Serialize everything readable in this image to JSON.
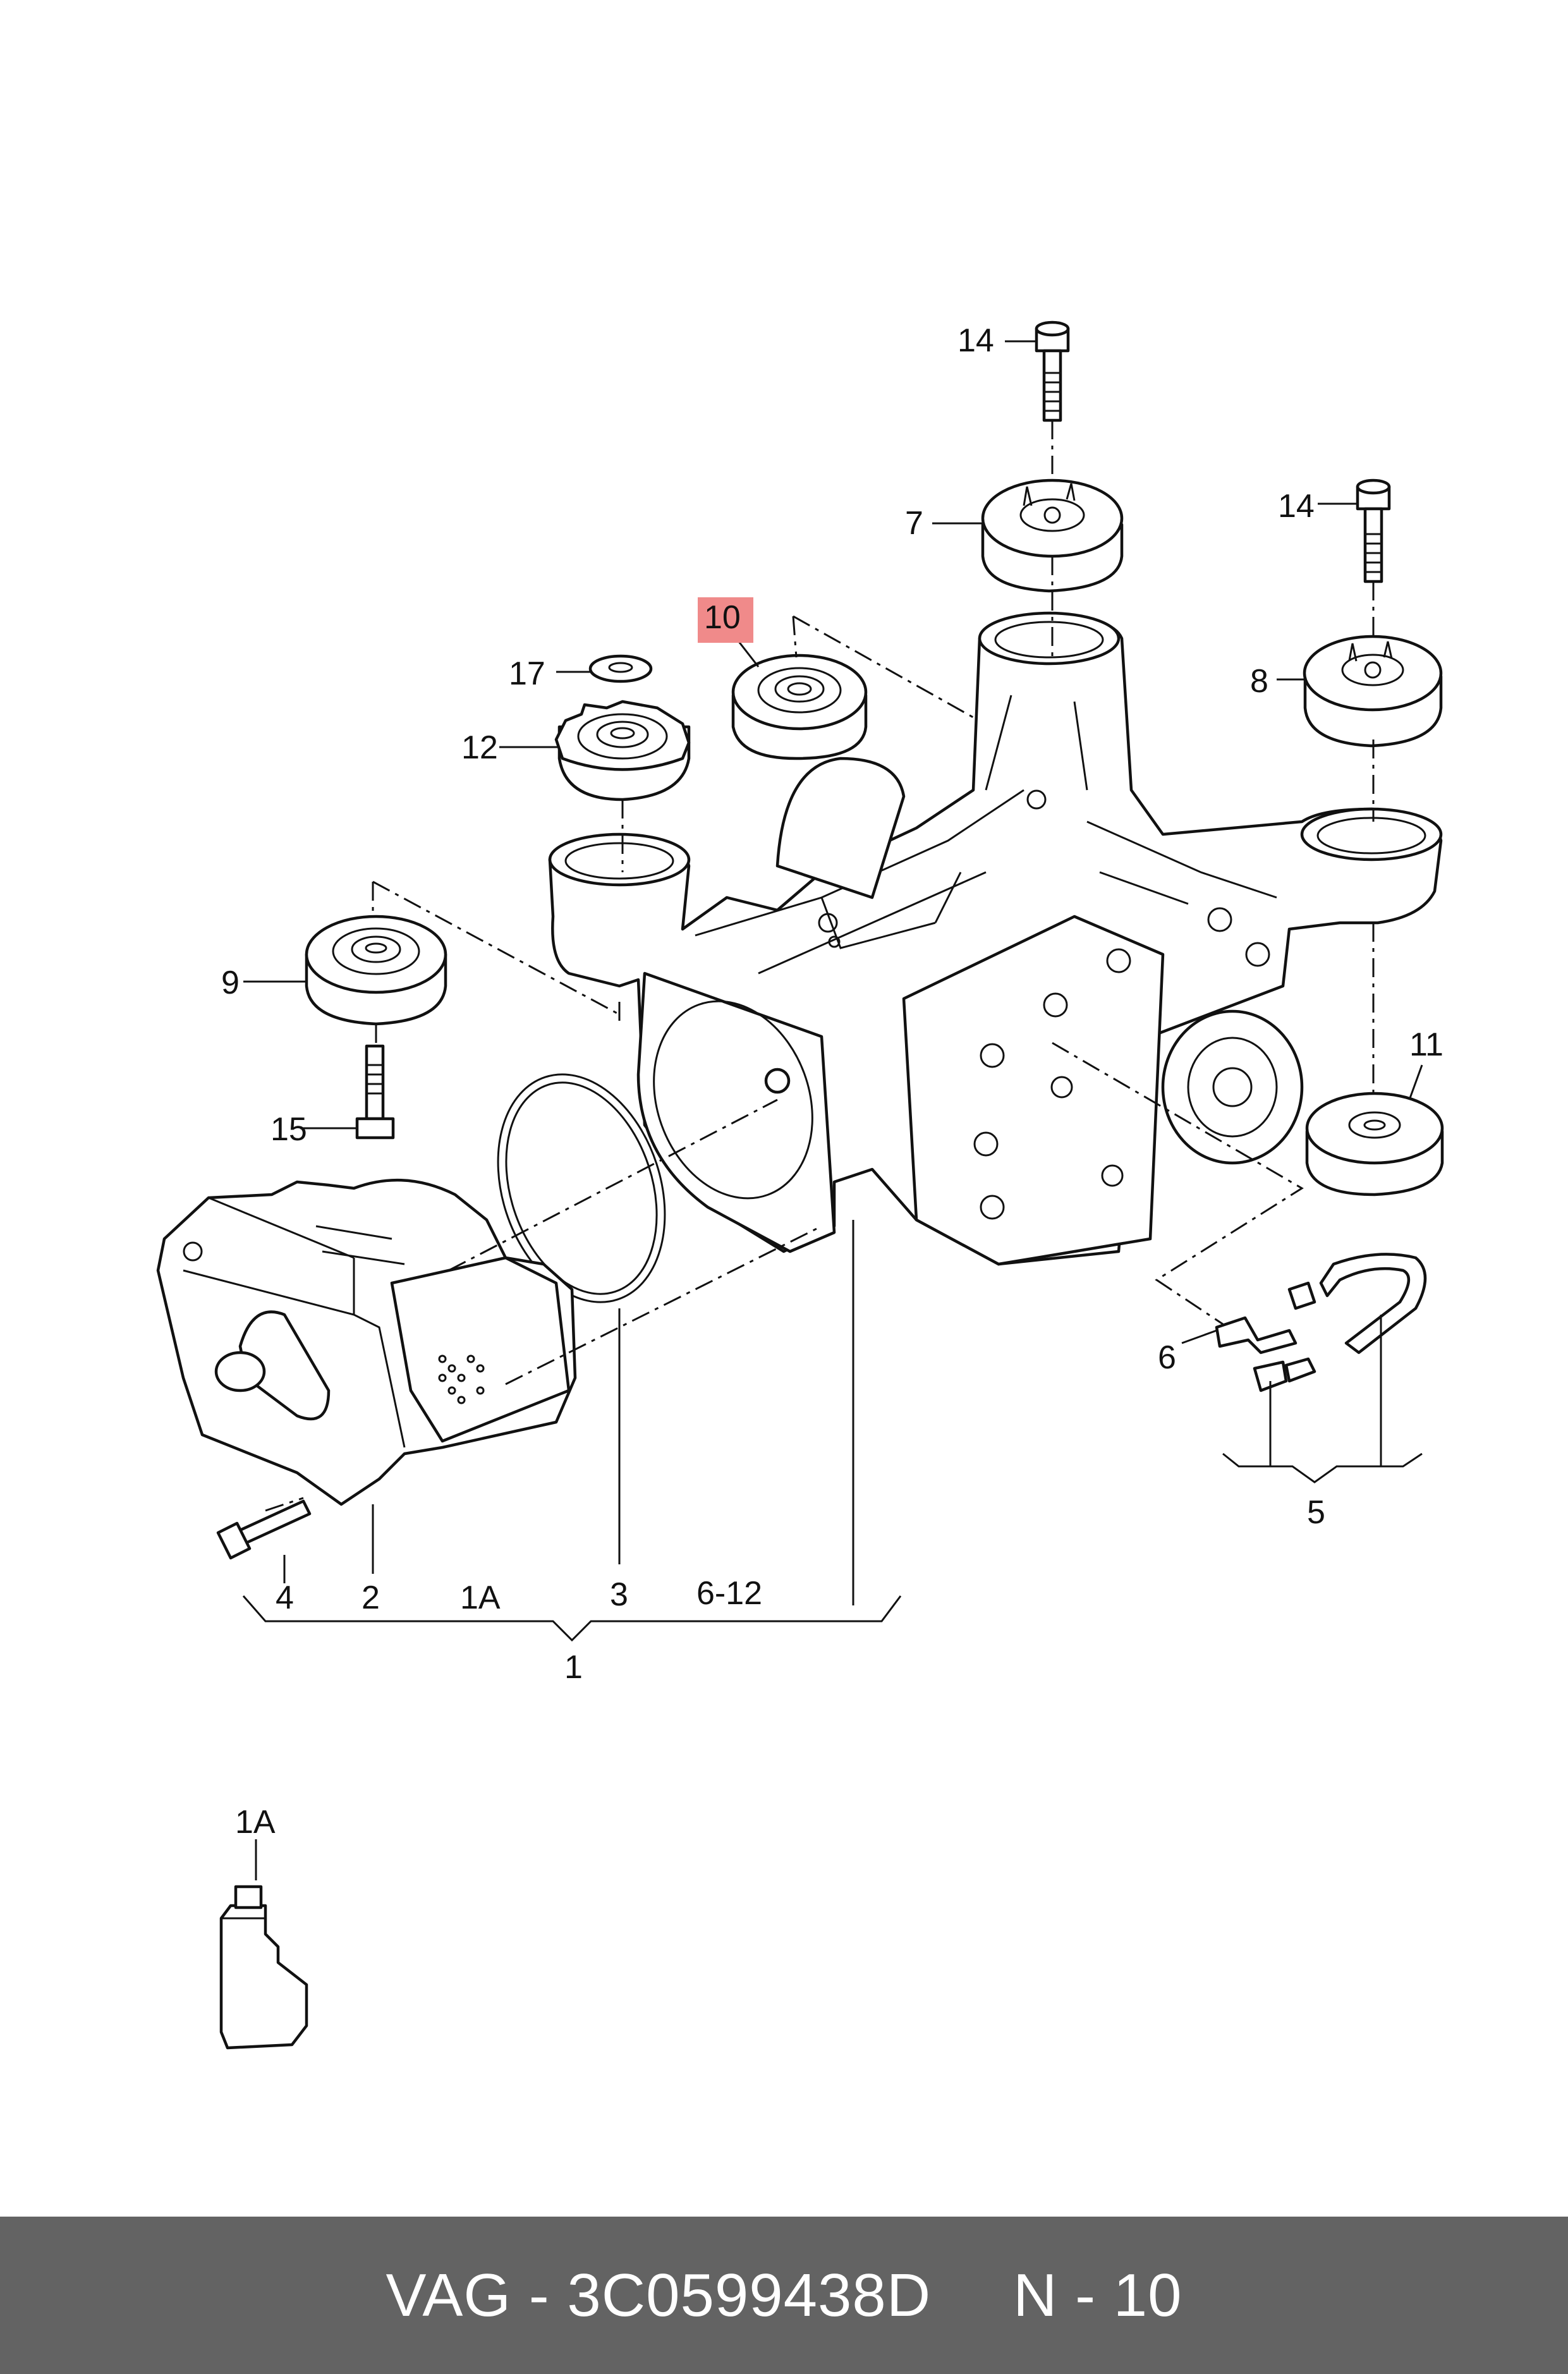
{
  "labels": {
    "p14a": "14",
    "p14b": "14",
    "p7": "7",
    "p8": "8",
    "p10": "10",
    "p17": "17",
    "p12": "12",
    "p9": "9",
    "p15": "15",
    "p11": "11",
    "p6": "6",
    "p5": "5",
    "p4": "4",
    "p2": "2",
    "p1A": "1A",
    "p3": "3",
    "p6_12": "6-12",
    "p1": "1",
    "p1A_bottle": "1A"
  },
  "highlight_color": "#f08a8a",
  "footer": {
    "brand_part": "VAG - 3C0599438D",
    "ref": "N - 10"
  }
}
